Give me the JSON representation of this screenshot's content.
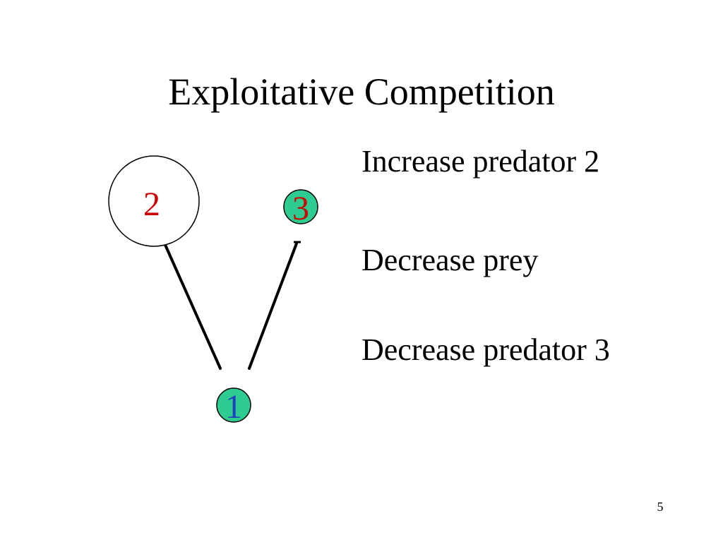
{
  "slide": {
    "title": "Exploitative Competition",
    "page_number": "5"
  },
  "diagram": {
    "nodes": [
      {
        "id": "2",
        "label": "2",
        "fill": "#ffffff",
        "text_color": "#cc0000",
        "role": "predator"
      },
      {
        "id": "3",
        "label": "3",
        "fill": "#2ecc90",
        "text_color": "#cc0000",
        "role": "predator"
      },
      {
        "id": "1",
        "label": "1",
        "fill": "#2ecc90",
        "text_color": "#1f3fbf",
        "role": "prey"
      }
    ],
    "edges": [
      {
        "from": "1",
        "to": "2"
      },
      {
        "from": "1",
        "to": "3"
      }
    ]
  },
  "effects": [
    "Increase predator 2",
    "Decrease prey",
    "Decrease predator 3"
  ],
  "colors": {
    "background": "#ffffff",
    "text": "#000000",
    "line": "#000000"
  }
}
